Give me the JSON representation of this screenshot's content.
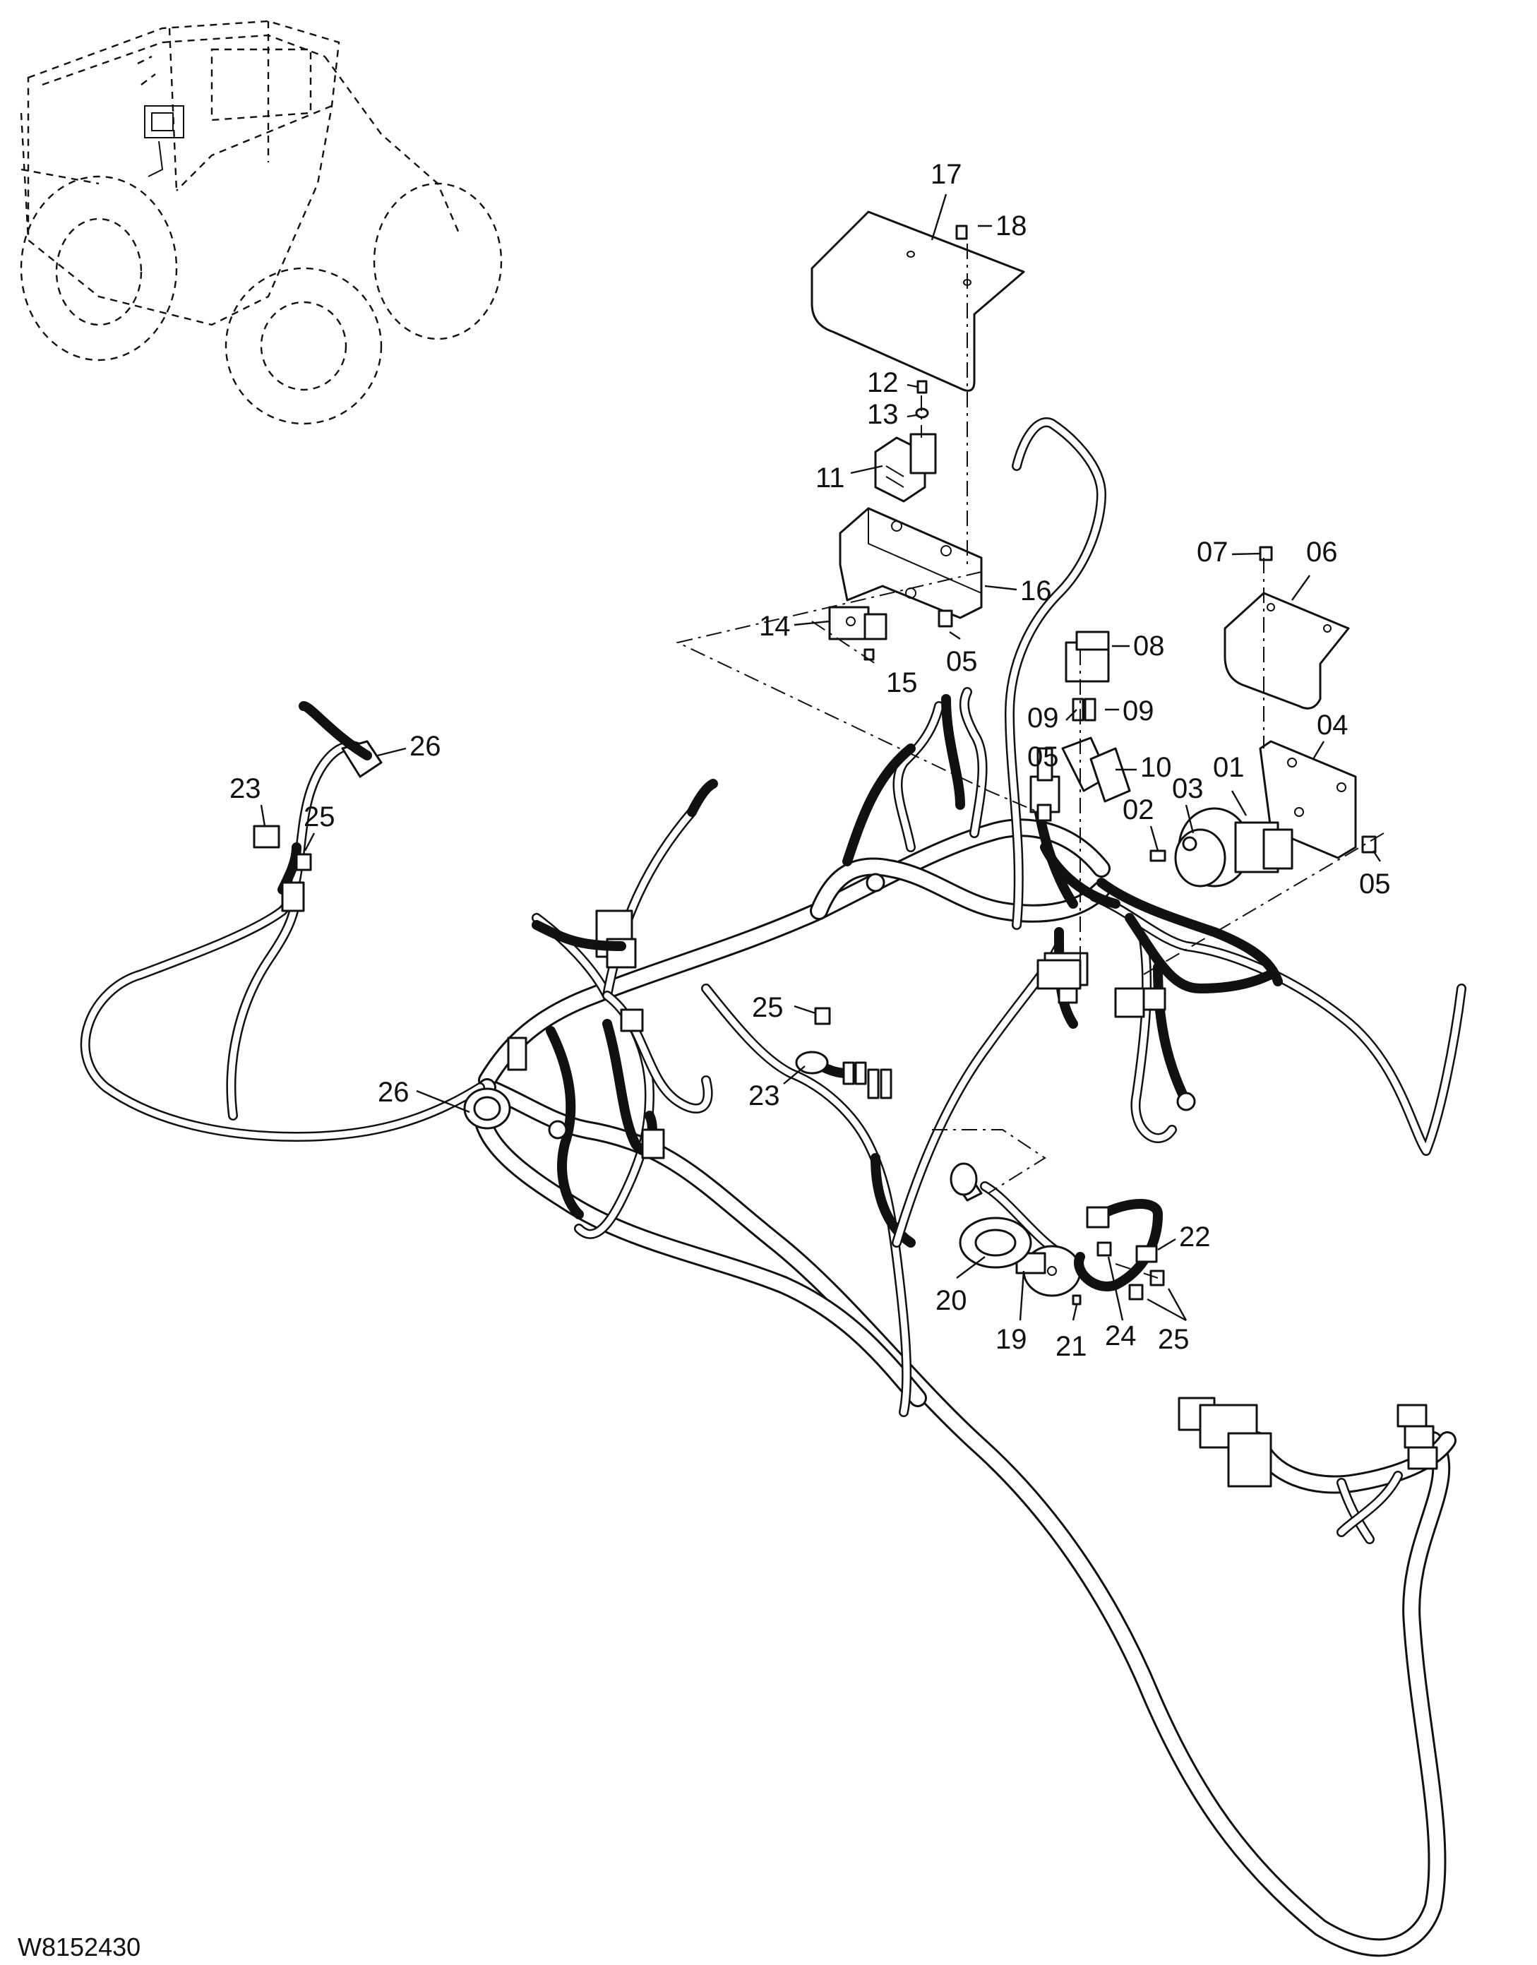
{
  "figure_code": "W8152430",
  "callouts": [
    {
      "id": "c17",
      "label": "17"
    },
    {
      "id": "c18",
      "label": "18"
    },
    {
      "id": "c12",
      "label": "12"
    },
    {
      "id": "c13",
      "label": "13"
    },
    {
      "id": "c11",
      "label": "11"
    },
    {
      "id": "c16",
      "label": "16"
    },
    {
      "id": "c14",
      "label": "14"
    },
    {
      "id": "c05a",
      "label": "05"
    },
    {
      "id": "c15",
      "label": "15"
    },
    {
      "id": "c07",
      "label": "07"
    },
    {
      "id": "c06",
      "label": "06"
    },
    {
      "id": "c08",
      "label": "08"
    },
    {
      "id": "c09a",
      "label": "09"
    },
    {
      "id": "c09b",
      "label": "09"
    },
    {
      "id": "c04",
      "label": "04"
    },
    {
      "id": "c05b",
      "label": "05"
    },
    {
      "id": "c10",
      "label": "10"
    },
    {
      "id": "c01",
      "label": "01"
    },
    {
      "id": "c03",
      "label": "03"
    },
    {
      "id": "c02",
      "label": "02"
    },
    {
      "id": "c05c",
      "label": "05"
    },
    {
      "id": "c26a",
      "label": "26"
    },
    {
      "id": "c23a",
      "label": "23"
    },
    {
      "id": "c25a",
      "label": "25"
    },
    {
      "id": "c25b",
      "label": "25"
    },
    {
      "id": "c23b",
      "label": "23"
    },
    {
      "id": "c26b",
      "label": "26"
    },
    {
      "id": "c22",
      "label": "22"
    },
    {
      "id": "c20",
      "label": "20"
    },
    {
      "id": "c19",
      "label": "19"
    },
    {
      "id": "c21",
      "label": "21"
    },
    {
      "id": "c24",
      "label": "24"
    },
    {
      "id": "c25c",
      "label": "25"
    }
  ]
}
